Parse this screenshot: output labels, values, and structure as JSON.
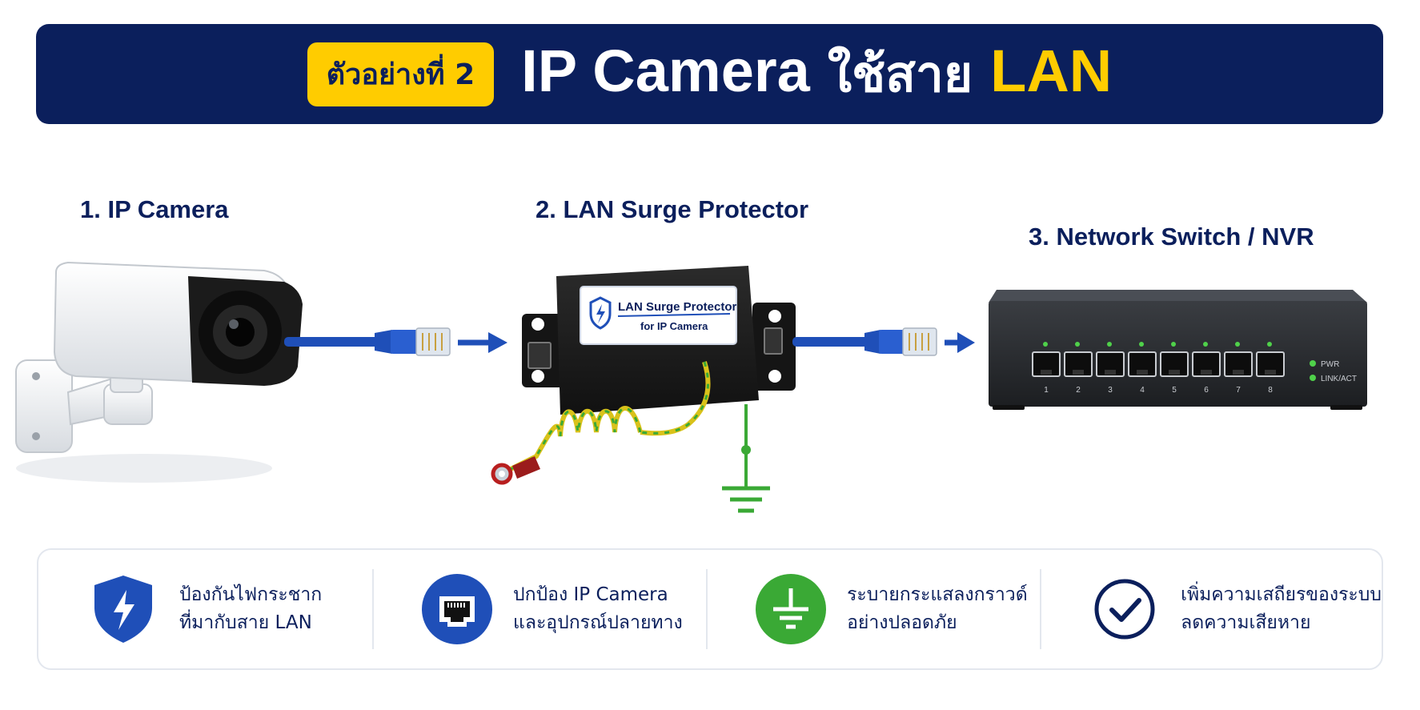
{
  "header": {
    "badge": "ตัวอย่างที่ 2",
    "title_part1": "IP Camera",
    "title_part2": "ใช้สาย",
    "title_part3": "LAN"
  },
  "steps": [
    {
      "label": "1. IP Camera"
    },
    {
      "label": "2. LAN Surge Protector"
    },
    {
      "label": "3. Network Switch / NVR"
    }
  ],
  "devices": {
    "protector_label_line1": "LAN Surge Protector",
    "protector_label_line2": "for IP Camera",
    "switch_ports": [
      "1",
      "2",
      "3",
      "4",
      "5",
      "6",
      "7",
      "8"
    ],
    "switch_led_pwr": "PWR",
    "switch_led_link": "LINK/ACT"
  },
  "features": [
    {
      "icon": "lightning-shield-icon",
      "line1": "ป้องกันไฟกระชาก",
      "line2": "ที่มากับสาย LAN"
    },
    {
      "icon": "ethernet-port-icon",
      "line1": "ปกป้อง IP Camera",
      "line2": "และอุปกรณ์ปลายทาง"
    },
    {
      "icon": "ground-icon",
      "line1": "ระบายกระแสลงกราวด์",
      "line2": "อย่างปลอดภัย"
    },
    {
      "icon": "check-circle-icon",
      "line1": "เพิ่มความเสถียรของระบบ",
      "line2": "ลดความเสียหาย"
    }
  ],
  "colors": {
    "navy": "#0b1f5c",
    "yellow": "#ffcc00",
    "cable_blue": "#1f4fb8",
    "ground_green": "#3aa935"
  }
}
